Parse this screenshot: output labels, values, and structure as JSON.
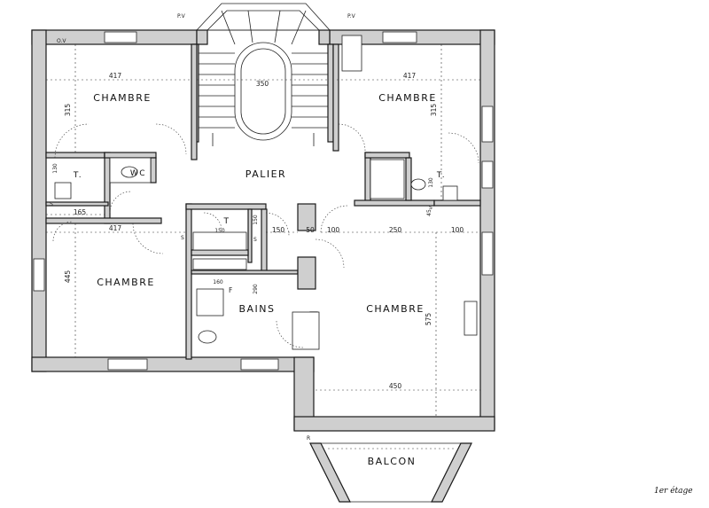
{
  "rooms": {
    "bedroom_nw": "CHAMBRE",
    "bedroom_ne": "CHAMBRE",
    "bedroom_w": "CHAMBRE",
    "bedroom_se": "CHAMBRE",
    "landing": "PALIER",
    "wc": "WC",
    "bath": "BAINS",
    "toilet_w": "T.",
    "toilet_e": "T.",
    "toilet_c": "T",
    "balcony": "BALCON"
  },
  "dimensions": {
    "nw_width": "417",
    "nw_height": "315",
    "stair_width": "350",
    "ne_width": "417",
    "ne_height": "315",
    "w_width": "417",
    "w_height": "445",
    "small_165": "165",
    "t_130_w": "130",
    "t_130_e": "130",
    "c_150_a": "150",
    "c_150_b": "150",
    "c_150_c": "150",
    "c_50": "50",
    "c_100_a": "100",
    "c_250": "250",
    "c_100_b": "100",
    "bath_160": "160",
    "bath_290": "290",
    "se_height": "575",
    "se_width": "450",
    "c_45": "45"
  },
  "marks": {
    "pv_left": "P.V",
    "pv_right": "P.V",
    "ov": "O.V",
    "s": "S",
    "f": "F",
    "r": "R"
  },
  "caption": "1er étage"
}
